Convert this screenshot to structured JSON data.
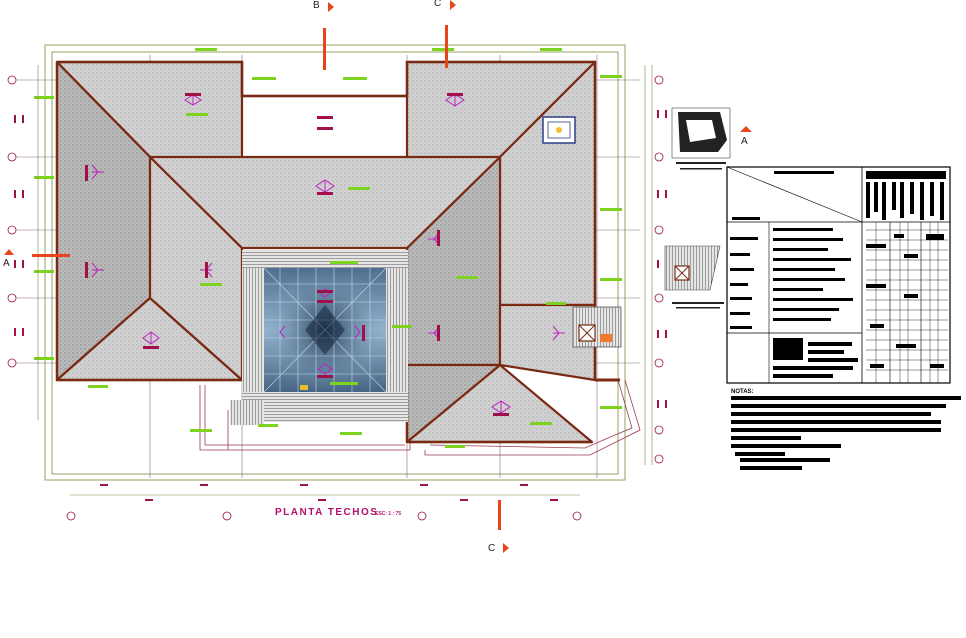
{
  "plan": {
    "title": "PLANTA TECHOS",
    "scale": "ESC: 1 : 75"
  },
  "section_markers": {
    "left_a": "A",
    "top_b": "B",
    "top_c": "C",
    "bottom_c": "C",
    "detail_a": "A"
  },
  "notes": {
    "label": "NOTAS:"
  },
  "colors": {
    "ridge": "#7a2a12",
    "roof_fill": "#c9c9c9",
    "axis_line": "#8a6a7a",
    "dimension": "#b5106e",
    "label_green": "#7dd320",
    "section_cut": "#e8451a",
    "skylight": "#4a6c8c"
  }
}
